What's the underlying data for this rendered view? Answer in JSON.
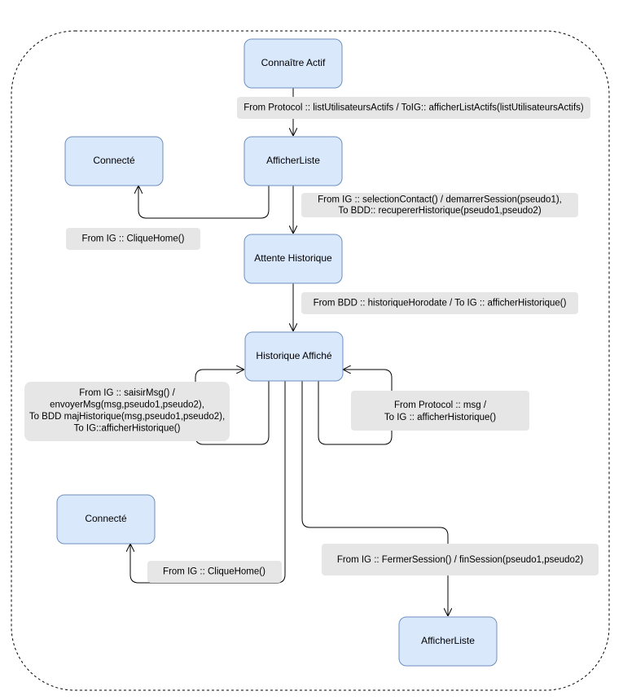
{
  "nodes": {
    "connaitre_actif": "Connaître Actif",
    "afficher_liste_top": "AfficherListe",
    "connecte_top": "Connecté",
    "attente_historique": "Attente Historique",
    "historique_affiche": "Historique Affiché",
    "connecte_bottom": "Connecté",
    "afficher_liste_bottom": "AfficherListe"
  },
  "labels": {
    "protocol_list": [
      "From Protocol :: listUtilisateursActifs / ToIG:: afficherListActifs(listUtilisateursActifs)"
    ],
    "selection_contact": [
      "From IG :: selectionContact() / demarrerSession(pseudo1),",
      "To BDD:: recupererHistorique(pseudo1,pseudo2)"
    ],
    "clique_home_top": [
      "From IG :: CliqueHome()"
    ],
    "historique_horodate": [
      "From BDD :: historiqueHorodate / To IG :: afficherHistorique()"
    ],
    "saisir_msg": [
      "From IG :: saisirMsg() /",
      "envoyerMsg(msg,pseudo1,pseudo2),",
      "To BDD majHistorique(msg,pseudo1,pseudo2),",
      "To IG::afficherHistorique()"
    ],
    "protocol_msg": [
      "From Protocol :: msg /",
      "To IG :: afficherHistorique()"
    ],
    "clique_home_bottom": [
      "From IG :: CliqueHome()"
    ],
    "fermer_session": [
      "From IG :: FermerSession() / finSession(pseudo1,pseudo2)"
    ]
  }
}
